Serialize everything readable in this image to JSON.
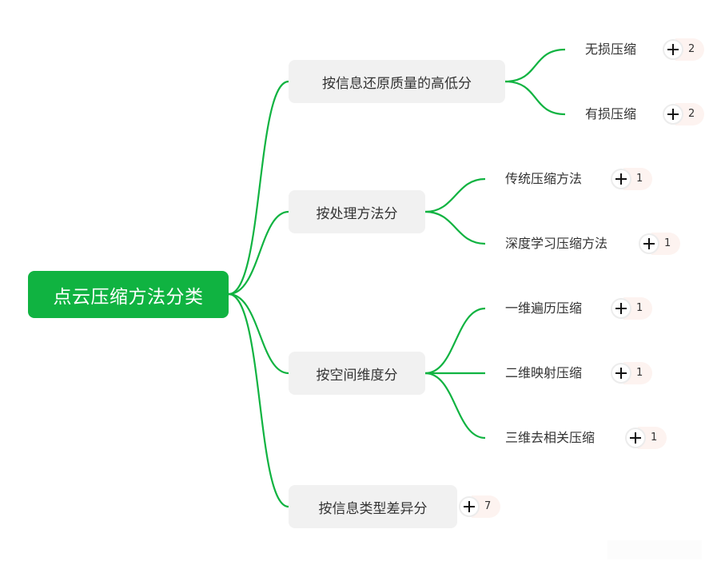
{
  "mindmap": {
    "root": {
      "label": "点云压缩方法分类",
      "color": "#10b341"
    },
    "line_color": "#10b341",
    "branches": [
      {
        "label": "按信息还原质量的高低分",
        "children": [
          {
            "label": "无损压缩",
            "count": "2"
          },
          {
            "label": "有损压缩",
            "count": "2"
          }
        ]
      },
      {
        "label": "按处理方法分",
        "children": [
          {
            "label": "传统压缩方法",
            "count": "1"
          },
          {
            "label": "深度学习压缩方法",
            "count": "1"
          }
        ]
      },
      {
        "label": "按空间维度分",
        "children": [
          {
            "label": "一维遍历压缩",
            "count": "1"
          },
          {
            "label": "二维映射压缩",
            "count": "1"
          },
          {
            "label": "三维去相关压缩",
            "count": "1"
          }
        ]
      },
      {
        "label": "按信息类型差异分",
        "collapsed_count": "7"
      }
    ]
  }
}
